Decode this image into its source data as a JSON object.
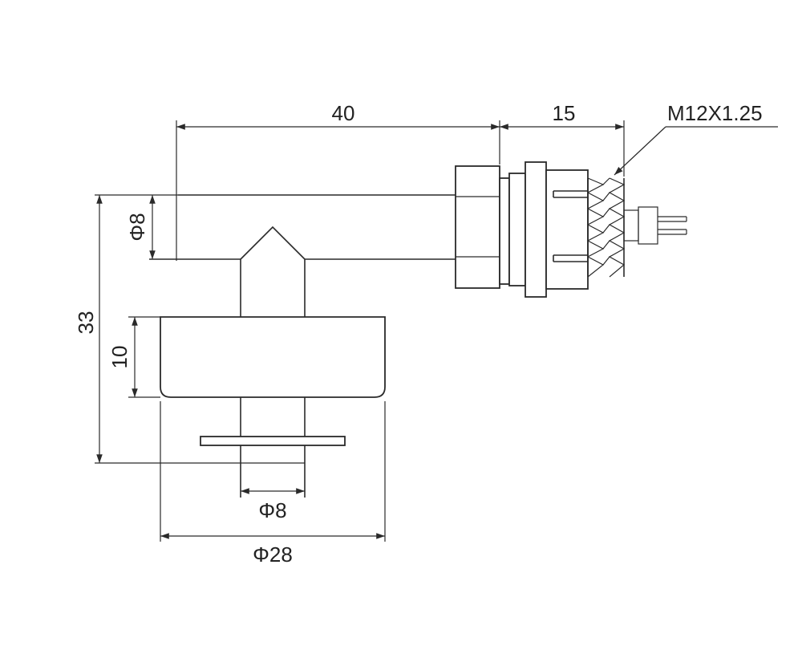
{
  "dimensions": {
    "stem_length": "40",
    "thread_length": "15",
    "thread_spec": "M12X1.25",
    "stem_diameter": "Φ8",
    "overall_height": "33",
    "float_height": "10",
    "shaft_diameter": "Φ8",
    "float_diameter": "Φ28"
  },
  "colors": {
    "line": "#2a2a2a",
    "background": "#ffffff"
  }
}
